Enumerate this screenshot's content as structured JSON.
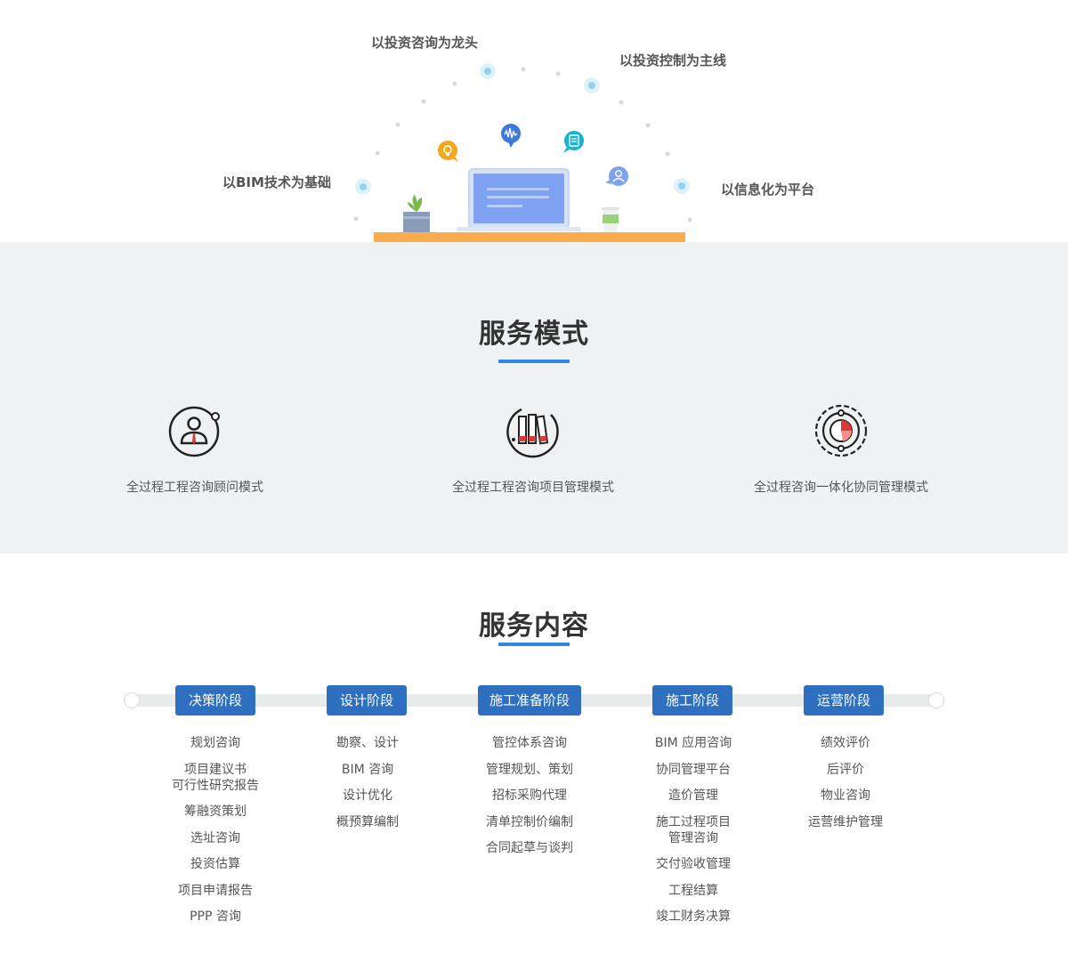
{
  "hero": {
    "labels": {
      "top_left": "以投资咨询为龙头",
      "top_right": "以投资控制为主线",
      "left": "以BIM技术为基础",
      "right": "以信息化为平台"
    }
  },
  "modes": {
    "title": "服务模式",
    "items": [
      {
        "label": "全过程工程咨询顾问模式",
        "icon": "consultant-person-icon"
      },
      {
        "label": "全过程工程咨询项目管理模式",
        "icon": "binders-icon"
      },
      {
        "label": "全过程咨询一体化协同管理模式",
        "icon": "orbit-pie-chart-icon"
      }
    ]
  },
  "content": {
    "title": "服务内容",
    "stages": [
      {
        "name": "决策阶段",
        "items": [
          "规划咨询",
          "项目建议书\n可行性研究报告",
          "筹融资策划",
          "选址咨询",
          "投资估算",
          "项目申请报告",
          "PPP 咨询"
        ]
      },
      {
        "name": "设计阶段",
        "items": [
          "勘察、设计",
          "BIM 咨询",
          "设计优化",
          "概预算编制"
        ]
      },
      {
        "name": "施工准备阶段",
        "items": [
          "管控体系咨询",
          "管理规划、策划",
          "招标采购代理",
          "清单控制价编制",
          "合同起草与谈判"
        ]
      },
      {
        "name": "施工阶段",
        "items": [
          "BIM 应用咨询",
          "协同管理平台",
          "造价管理",
          "施工过程项目\n管理咨询",
          "交付验收管理",
          "工程结算",
          "竣工财务决算"
        ]
      },
      {
        "name": "运营阶段",
        "items": [
          "绩效评价",
          "后评价",
          "物业咨询",
          "运营维护管理"
        ]
      }
    ]
  },
  "colors": {
    "accent_blue": "#2f86e4",
    "stage_button": "#2f6fc0",
    "desk_orange": "#fbac4d",
    "section_bg": "#eff2f3"
  }
}
